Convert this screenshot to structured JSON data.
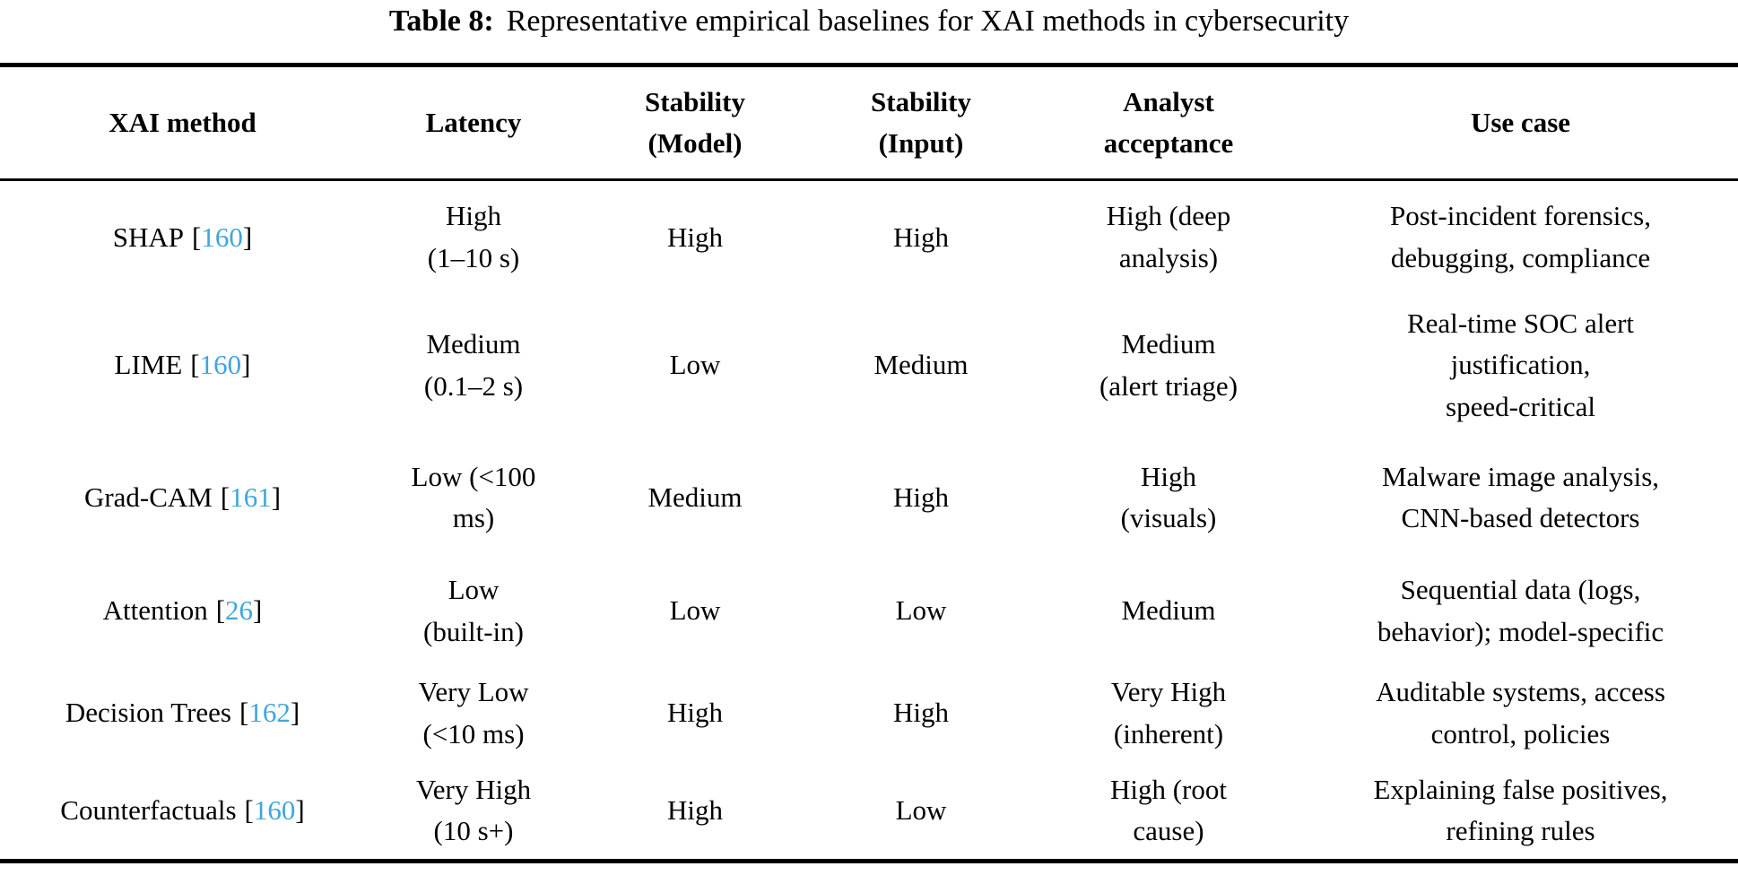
{
  "colors": {
    "text": "#000000",
    "background": "#ffffff",
    "rule": "#000000",
    "citation": "#3fa5df"
  },
  "title": {
    "label": "Table 8:",
    "text": "Representative empirical baselines for XAI methods in cybersecurity"
  },
  "table": {
    "citation_brackets": [
      "[",
      "]"
    ],
    "columns": [
      "XAI method",
      "Latency",
      "Stability\n(Model)",
      "Stability\n(Input)",
      "Analyst\nacceptance",
      "Use case"
    ],
    "rows": [
      {
        "method": "SHAP",
        "cite": "160",
        "latency": "High\n(1–10 s)",
        "stability_model": "High",
        "stability_input": "High",
        "analyst_acceptance": "High (deep\nanalysis)",
        "use_case": "Post-incident forensics,\ndebugging, compliance"
      },
      {
        "method": "LIME",
        "cite": "160",
        "latency": "Medium\n(0.1–2 s)",
        "stability_model": "Low",
        "stability_input": "Medium",
        "analyst_acceptance": "Medium\n(alert triage)",
        "use_case": "Real-time SOC alert\njustification,\nspeed-critical"
      },
      {
        "method": "Grad-CAM",
        "cite": "161",
        "latency": "Low (<100\nms)",
        "stability_model": "Medium",
        "stability_input": "High",
        "analyst_acceptance": "High\n(visuals)",
        "use_case": "Malware image analysis,\nCNN-based detectors"
      },
      {
        "method": "Attention",
        "cite": "26",
        "latency": "Low\n(built-in)",
        "stability_model": "Low",
        "stability_input": "Low",
        "analyst_acceptance": "Medium",
        "use_case": "Sequential data (logs,\nbehavior); model-specific"
      },
      {
        "method": "Decision Trees",
        "cite": "162",
        "latency": "Very Low\n(<10 ms)",
        "stability_model": "High",
        "stability_input": "High",
        "analyst_acceptance": "Very High\n(inherent)",
        "use_case": "Auditable systems, access\ncontrol, policies"
      },
      {
        "method": "Counterfactuals",
        "cite": "160",
        "latency": "Very High\n(10 s+)",
        "stability_model": "High",
        "stability_input": "Low",
        "analyst_acceptance": "High (root\ncause)",
        "use_case": "Explaining false positives,\nrefining rules"
      }
    ]
  }
}
